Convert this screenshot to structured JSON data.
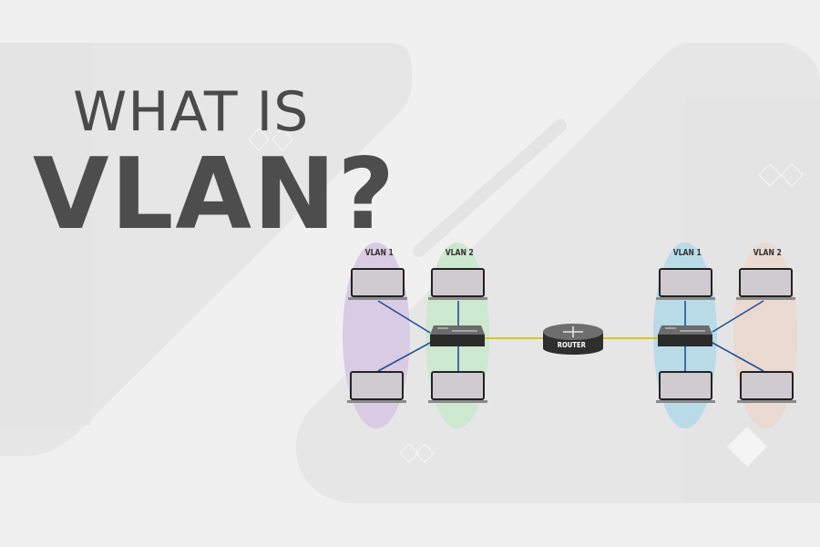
{
  "title": {
    "line1": "WHAT IS",
    "line2": "VLAN?"
  },
  "colors": {
    "background": "#f0f0f0",
    "panel": "#e6e6e6",
    "title_text": "#4a4a4a",
    "vlan1_left": "#d9cbe3",
    "vlan2_left": "#cce8cf",
    "vlan1_right": "#b9dbe8",
    "vlan2_right": "#ead9d0",
    "link_blue": "#1f4f9a",
    "trunk_yellow": "#d8c620",
    "device_dark": "#2b2b2b",
    "laptop_screen": "#cfcbcf"
  },
  "diagram": {
    "left_site": {
      "groups": [
        {
          "label": "VLAN 1"
        },
        {
          "label": "VLAN 2"
        }
      ]
    },
    "right_site": {
      "groups": [
        {
          "label": "VLAN 1"
        },
        {
          "label": "VLAN 2"
        }
      ]
    },
    "router": {
      "label": "ROUTER"
    }
  }
}
